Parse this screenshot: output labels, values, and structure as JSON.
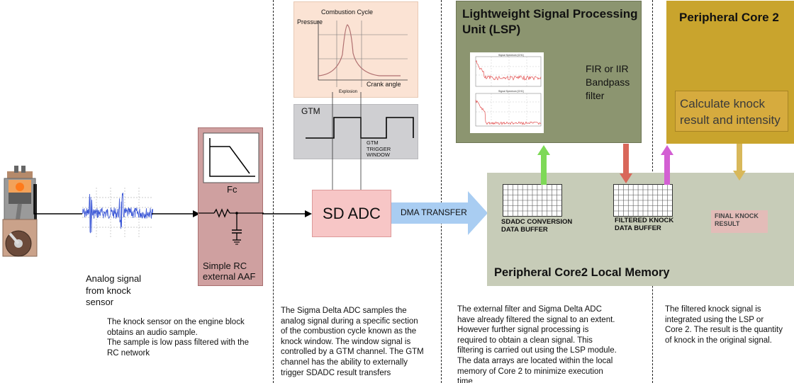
{
  "combustion": {
    "title": "Combustion Cycle",
    "y_label": "Pressure",
    "x_label": "Crank angle",
    "marker_label": "Explosion"
  },
  "gtm": {
    "title": "GTM",
    "trigger_label": "GTM\nTRIGGER\nWINDOW"
  },
  "aaf": {
    "cutoff_label": "Fc",
    "label": "Simple RC\nexternal AAF"
  },
  "sdadc": {
    "label": "SD ADC"
  },
  "dma": {
    "label": "DMA TRANSFER"
  },
  "lsp": {
    "title": "Lightweight Signal Processing\nUnit (LSP)",
    "filter_label": "FIR or IIR\nBandpass\nfilter",
    "spectrum_titles": [
      "Signal Spectrum [CH1]",
      "Signal Spectrum [CH1]"
    ]
  },
  "core2": {
    "title": "Peripheral Core 2",
    "calc_label": "Calculate knock\nresult and intensity"
  },
  "memory": {
    "title": "Peripheral Core2 Local Memory",
    "sdadc_buffer_label": "SDADC CONVERSION\nDATA BUFFER",
    "filtered_buffer_label": "FILTERED KNOCK\nDATA BUFFER",
    "final_result_label": "FINAL KNOCK\nRESULT"
  },
  "sensor": {
    "caption": "Analog signal\nfrom knock\nsensor"
  },
  "descriptions": {
    "sensor": "The knock sensor on the engine block\nobtains an audio sample.\nThe sample is low pass filtered with the\nRC network",
    "adc": "The Sigma Delta ADC samples the\nanalog signal during a specific section\nof the combustion cycle known as the\nknock window. The window signal is\ncontrolled by a GTM channel. The GTM\nchannel has the ability to externally\ntrigger SDADC result transfers",
    "lsp": "The external filter and Sigma Delta ADC\nhave already filtered the signal to an extent.\nHowever further signal processing is\nrequired to obtain a clean signal. This\nfiltering is carried out using the LSP module.\nThe data arrays are located within the local\nmemory of Core 2 to minimize execution\ntime",
    "core2": "The filtered knock signal is\nintegrated using the LSP or\nCore 2. The result is the quantity\nof knock in the original signal."
  },
  "colors": {
    "arrow_up_green": "#7ed957",
    "arrow_down_red": "#d9675a",
    "arrow_up_magenta": "#d35fd3",
    "arrow_down_gold": "#d8b85a",
    "dma_arrow": "#a9cdf2",
    "signal_blue": "#3b57d6",
    "spectrum_red": "#d33"
  }
}
